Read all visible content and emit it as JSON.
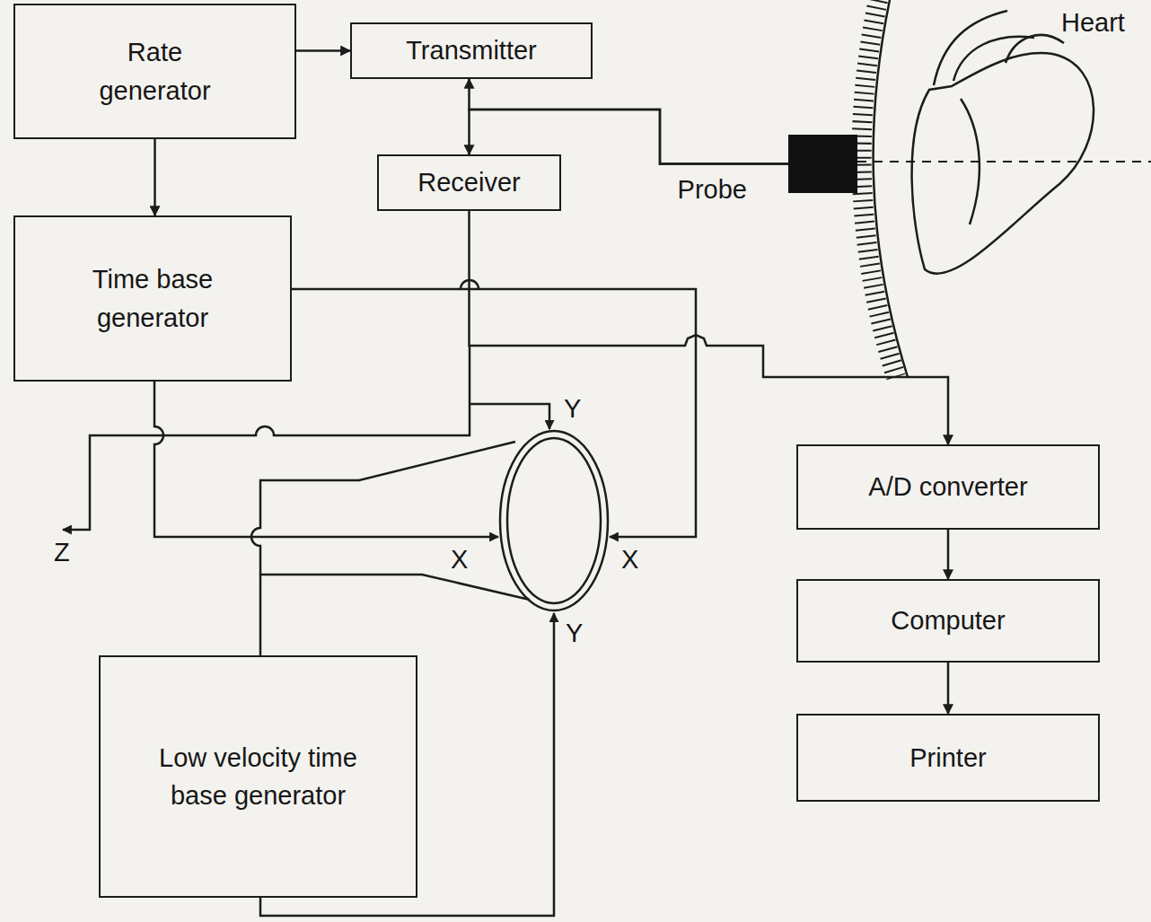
{
  "diagram": {
    "nodes": [
      {
        "text": [
          "Rate generator"
        ]
      },
      {
        "text": [
          "Transmitter"
        ]
      },
      {
        "text": [
          "Receiver"
        ]
      },
      {
        "text": [
          "Probe"
        ]
      },
      {
        "text": [
          "Time base generator"
        ]
      },
      {
        "text": [
          "A/D converter"
        ]
      },
      {
        "text": [
          "Computer"
        ]
      },
      {
        "text": [
          "Low velocity time base generator"
        ]
      },
      {
        "text": [
          "Printer"
        ]
      }
    ],
    "edges": [
      {
        "from": 0,
        "to": 1,
        "arrow": "to"
      },
      {
        "from": 0,
        "to": 4,
        "arrow": "to"
      },
      {
        "from": 3,
        "to": 1,
        "arrow": "to"
      },
      {
        "from": 3,
        "to": 2,
        "arrow": "to"
      },
      {
        "from": 2,
        "to": 5,
        "arrow": "to"
      },
      {
        "from": 5,
        "to": 6,
        "arrow": "to"
      },
      {
        "from": 6,
        "to": 8,
        "arrow": "to"
      }
    ],
    "labels": [
      "Heart",
      "Y",
      "Z",
      "X",
      "X",
      "Y"
    ]
  }
}
